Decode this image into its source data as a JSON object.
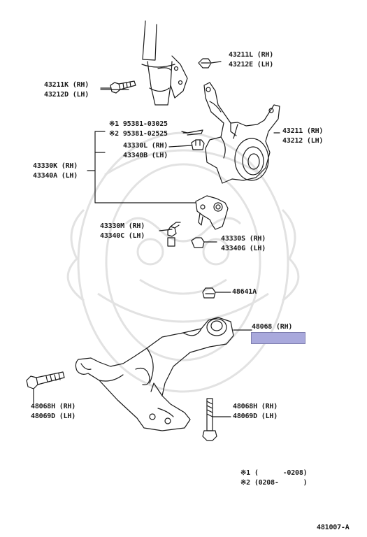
{
  "labels": {
    "p43211L": "43211L (RH)",
    "p43212E": "43212E (LH)",
    "p43211K": "43211K (RH)",
    "p43212D": "43212D (LH)",
    "n95381a": "※1 95381-03025",
    "n95381b": "※2 95381-02525",
    "p43330L": "43330L (RH)",
    "p43340B": "43340B (LH)",
    "p43330K": "43330K (RH)",
    "p43340A": "43340A (LH)",
    "p43211": "43211 (RH)",
    "p43212": "43212 (LH)",
    "p43330M": "43330M (RH)",
    "p43340C": "43340C (LH)",
    "p43330S": "43330S (RH)",
    "p43340G": "43340G (LH)",
    "p48641A": "48641A",
    "p48068": "48068 (RH)",
    "p48068H_left": "48068H (RH)",
    "p48069D_left": "48069D (LH)",
    "p48068H_right": "48068H (RH)",
    "p48069D_right": "48069D (LH)",
    "note1": "※1 (      -0208)",
    "note2": "※2 (0208-      )",
    "diagram_id": "481007-A"
  },
  "colors": {
    "highlight": "#a9a9dc",
    "line": "#1a1a1a",
    "watermark": "#e2e2e2"
  }
}
